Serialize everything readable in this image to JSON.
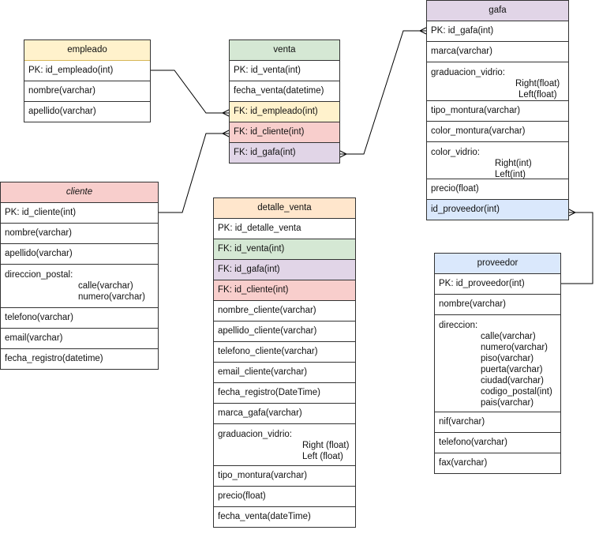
{
  "entities": {
    "empleado": {
      "title": "empleado",
      "rows": [
        "PK: id_empleado(int)",
        "nombre(varchar)",
        "apellido(varchar)"
      ]
    },
    "venta": {
      "title": "venta",
      "rows": [
        "PK: id_venta(int)",
        "fecha_venta(datetime)",
        "FK: id_empleado(int)",
        "FK: id_cliente(int)",
        "FK: id_gafa(int)"
      ]
    },
    "gafa": {
      "title": "gafa",
      "rows": [
        "PK: id_gafa(int)",
        "marca(varchar)",
        "graduacion_vidrio:",
        "Right(float)",
        "Left(float)",
        "tipo_montura(varchar)",
        "color_montura(varchar)",
        "color_vidrio:",
        "Right(int)",
        "Left(int)",
        "precio(float)",
        "id_proveedor(int)"
      ]
    },
    "cliente": {
      "title": "cliente",
      "rows": [
        "PK: id_cliente(int)",
        "nombre(varchar)",
        "apellido(varchar)",
        "direccion_postal:",
        "calle(varchar)",
        "numero(varchar)",
        "telefono(varchar)",
        "email(varchar)",
        "fecha_registro(datetime)"
      ]
    },
    "detalle_venta": {
      "title": "detalle_venta",
      "rows": [
        "PK:  id_detalle_venta",
        "FK: id_venta(int)",
        "FK: id_gafa(int)",
        "FK: id_cliente(int)",
        "nombre_cliente(varchar)",
        "apellido_cliente(varchar)",
        "telefono_cliente(varchar)",
        "email_cliente(varchar)",
        "fecha_registro(DateTime)",
        "marca_gafa(varchar)",
        "graduacion_vidrio:",
        "Right (float)",
        "Left (float)",
        "tipo_montura(varchar)",
        "precio(float)",
        "fecha_venta(dateTime)"
      ]
    },
    "proveedor": {
      "title": "proveedor",
      "rows": [
        "PK: id_proveedor(int)",
        "nombre(varchar)",
        "direccion:",
        "calle(varchar)",
        "numero(varchar)",
        "piso(varchar)",
        "puerta(varchar)",
        "ciudad(varchar)",
        "codigo_postal(int)",
        "pais(varchar)",
        "nif(varchar)",
        "telefono(varchar)",
        "fax(varchar)"
      ]
    }
  },
  "colors": {
    "empleado": "#fff2cc",
    "venta": "#d5e8d4",
    "gafa": "#e1d5e7",
    "cliente": "#f8cecc",
    "detalle_venta": "#ffe6cc",
    "proveedor": "#dae8fc"
  }
}
